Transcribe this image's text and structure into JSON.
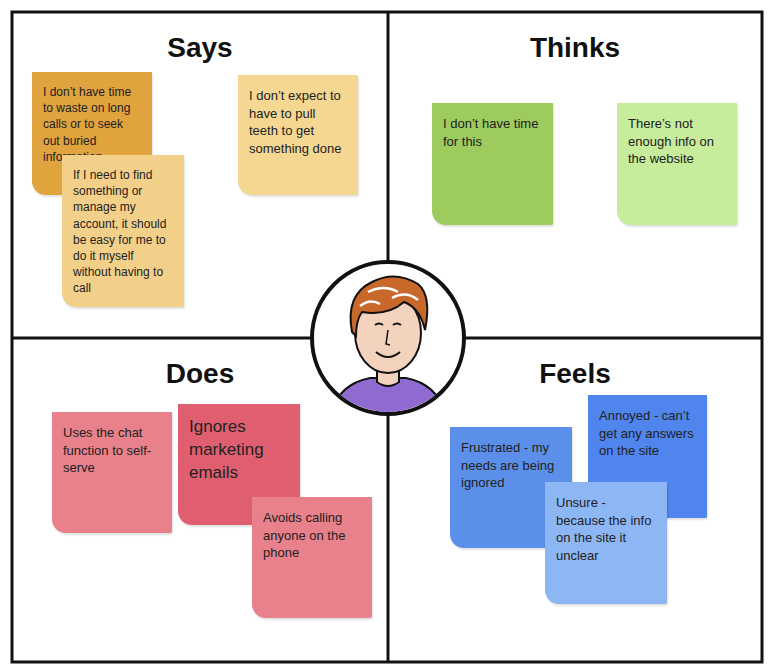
{
  "diagram": {
    "nodes": [
      {
        "text": [
          "Says"
        ]
      },
      {
        "text": [
          "I don’t have time to waste on long calls or to seek out buried information"
        ],
        "in": 0
      },
      {
        "text": [
          "If I need to find something or manage my account, it should be easy for me to do it myself without having to call"
        ],
        "in": 0
      },
      {
        "text": [
          "I don’t expect to have to pull teeth to get something done"
        ],
        "in": 0
      },
      {
        "text": [
          "Thinks"
        ]
      },
      {
        "text": [
          "I don’t have time for this"
        ],
        "in": 4
      },
      {
        "text": [
          "There’s not enough info on the website"
        ],
        "in": 4
      },
      {
        "text": [
          "Does"
        ]
      },
      {
        "text": [
          "Uses the chat function to self-serve"
        ],
        "in": 7
      },
      {
        "text": [
          "Ignores marketing emails"
        ],
        "in": 7
      },
      {
        "text": [
          "Avoids calling anyone on the phone"
        ],
        "in": 7
      },
      {
        "text": [
          "Feels"
        ]
      },
      {
        "text": [
          "Frustrated - my needs are being ignored"
        ],
        "in": 11
      },
      {
        "text": [
          "Annoyed - can’t get any answers on the site"
        ],
        "in": 11
      },
      {
        "text": [
          "Unsure - because the info on the site it unclear"
        ],
        "in": 11
      }
    ]
  }
}
